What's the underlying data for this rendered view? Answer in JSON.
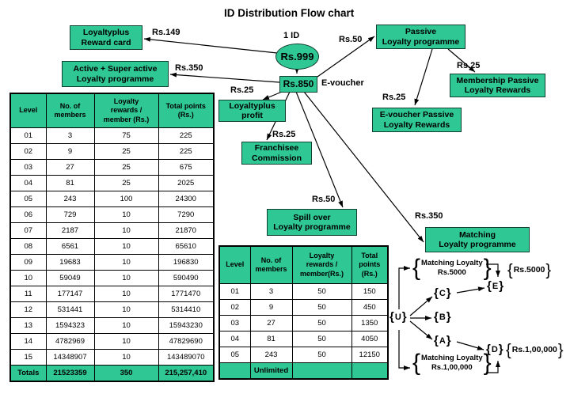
{
  "slide": {
    "title": "ID Distribution Flow chart"
  },
  "colors": {
    "green": "#2FC794"
  },
  "flow": {
    "one_id_label": "1 ID",
    "root_value": "Rs.999",
    "hub_value": "Rs.850",
    "evoucher_label": "E-voucher",
    "boxes": {
      "reward": "Loyaltyplus\nReward card",
      "active": "Active + Super active\nLoyalty programme",
      "passive": "Passive\nLoyalty programme",
      "membership": "Membership Passive\nLoyalty Rewards",
      "evoucher_passive": "E-voucher Passive\nLoyalty Rewards",
      "profit": "Loyaltyplus\nprofit",
      "franchisee": "Franchisee\nCommission",
      "spillover": "Spill over\nLoyalty programme",
      "matching": "Matching\nLoyalty programme"
    },
    "edge_labels": {
      "to_reward": "Rs.149",
      "to_active": "Rs.350",
      "to_profit": "Rs.25",
      "to_franchisee": "Rs.25",
      "to_spillover": "Rs.50",
      "to_matching": "Rs.350",
      "to_passive": "Rs.50",
      "to_evoucher_passive": "Rs.25",
      "to_membership": "Rs.25"
    }
  },
  "tables": {
    "left": {
      "headers": [
        "Level",
        "No. of\nmembers",
        "Loyalty\nrewards /\nmember (Rs.)",
        "Total points\n(Rs.)"
      ],
      "rows": [
        [
          "01",
          "3",
          "75",
          "225"
        ],
        [
          "02",
          "9",
          "25",
          "225"
        ],
        [
          "03",
          "27",
          "25",
          "675"
        ],
        [
          "04",
          "81",
          "25",
          "2025"
        ],
        [
          "05",
          "243",
          "100",
          "24300"
        ],
        [
          "06",
          "729",
          "10",
          "7290"
        ],
        [
          "07",
          "2187",
          "10",
          "21870"
        ],
        [
          "08",
          "6561",
          "10",
          "65610"
        ],
        [
          "09",
          "19683",
          "10",
          "196830"
        ],
        [
          "10",
          "59049",
          "10",
          "590490"
        ],
        [
          "11",
          "177147",
          "10",
          "1771470"
        ],
        [
          "12",
          "531441",
          "10",
          "5314410"
        ],
        [
          "13",
          "1594323",
          "10",
          "15943230"
        ],
        [
          "14",
          "4782969",
          "10",
          "47829690"
        ],
        [
          "15",
          "14348907",
          "10",
          "143489070"
        ]
      ],
      "totals": [
        "Totals",
        "21523359",
        "350",
        "215,257,410"
      ]
    },
    "spillover": {
      "headers": [
        "Level",
        "No. of\nmembers",
        "Loyalty\nrewards /\nmember(Rs.)",
        "Total\npoints\n(Rs.)"
      ],
      "rows": [
        [
          "01",
          "3",
          "50",
          "150"
        ],
        [
          "02",
          "9",
          "50",
          "450"
        ],
        [
          "03",
          "27",
          "50",
          "1350"
        ],
        [
          "04",
          "81",
          "50",
          "4050"
        ],
        [
          "05",
          "243",
          "50",
          "12150"
        ]
      ],
      "footer": [
        "",
        "Unlimited",
        "",
        ""
      ]
    }
  },
  "matching_diagram": {
    "top_label": "Matching Loyalty\nRs.5000",
    "top_value": "Rs.5000",
    "bottom_label": "Matching Loyalty\nRs.1,00,000",
    "bottom_value": "Rs.1,00,000",
    "nodes": {
      "u": "U",
      "c": "C",
      "b": "B",
      "a": "A",
      "e": "E",
      "d": "D"
    }
  }
}
